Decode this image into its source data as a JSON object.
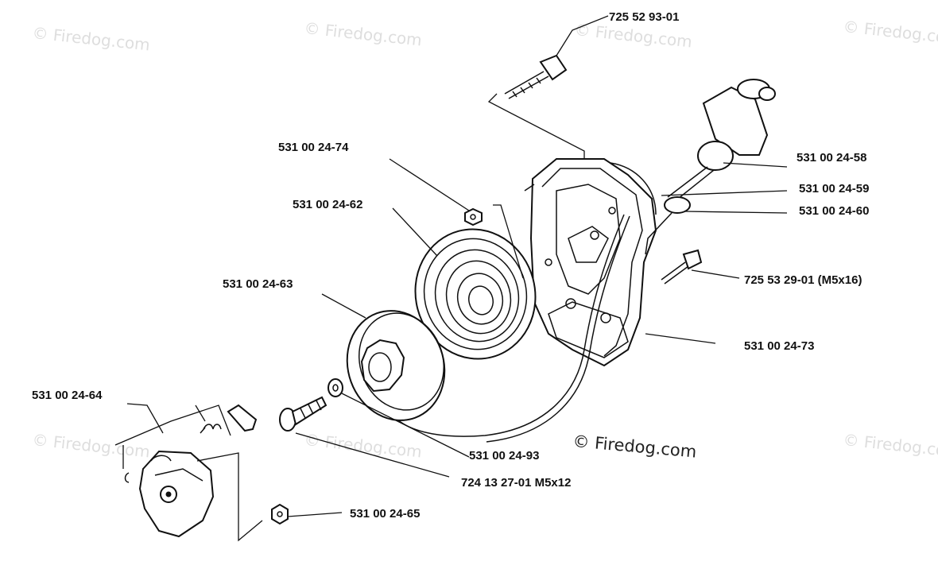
{
  "diagram": {
    "watermarks": [
      "© Firedog.com",
      "© Firedog.com",
      "© Firedog.com",
      "© Firedog.com",
      "© Firedog.com",
      "© Firedog.com",
      "© Firedog.com"
    ],
    "center_watermark": "© Firedog.com",
    "parts": [
      {
        "id": "p1",
        "label": "725 52 93-01"
      },
      {
        "id": "p2",
        "label": "531 00 24-74"
      },
      {
        "id": "p3",
        "label": "531 00 24-58"
      },
      {
        "id": "p4",
        "label": "531 00 24-59"
      },
      {
        "id": "p5",
        "label": "531 00 24-60"
      },
      {
        "id": "p6",
        "label": "531 00 24-62"
      },
      {
        "id": "p7",
        "label": "725 53 29-01 (M5x16)"
      },
      {
        "id": "p8",
        "label": "531 00 24-63"
      },
      {
        "id": "p9",
        "label": "531 00 24-73"
      },
      {
        "id": "p10",
        "label": "531 00 24-64"
      },
      {
        "id": "p11",
        "label": "531 00 24-93"
      },
      {
        "id": "p12",
        "label": "724 13 27-01 M5x12"
      },
      {
        "id": "p13",
        "label": "531 00 24-65"
      }
    ]
  }
}
